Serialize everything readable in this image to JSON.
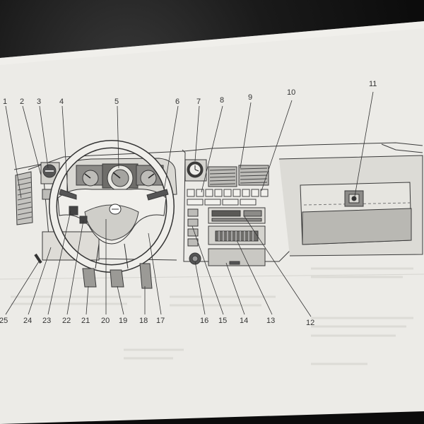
{
  "callouts_top": [
    {
      "id": "1",
      "label": "1"
    },
    {
      "id": "2",
      "label": "2"
    },
    {
      "id": "3",
      "label": "3"
    },
    {
      "id": "4",
      "label": "4"
    },
    {
      "id": "5",
      "label": "5"
    },
    {
      "id": "6",
      "label": "6"
    },
    {
      "id": "7",
      "label": "7"
    },
    {
      "id": "8",
      "label": "8"
    },
    {
      "id": "9",
      "label": "9"
    },
    {
      "id": "10",
      "label": "10"
    },
    {
      "id": "11",
      "label": "11"
    }
  ],
  "callouts_bottom": [
    {
      "id": "25",
      "label": "25"
    },
    {
      "id": "24",
      "label": "24"
    },
    {
      "id": "23",
      "label": "23"
    },
    {
      "id": "22",
      "label": "22"
    },
    {
      "id": "21",
      "label": "21"
    },
    {
      "id": "20",
      "label": "20"
    },
    {
      "id": "19",
      "label": "19"
    },
    {
      "id": "18",
      "label": "18"
    },
    {
      "id": "17",
      "label": "17"
    },
    {
      "id": "16",
      "label": "16"
    },
    {
      "id": "15",
      "label": "15"
    },
    {
      "id": "14",
      "label": "14"
    },
    {
      "id": "13",
      "label": "13"
    },
    {
      "id": "12",
      "label": "12"
    }
  ],
  "colors": {
    "paper": "#ecebe7",
    "line": "#3a3a3a",
    "shade": "#b9b9b6",
    "dark_shade": "#7d7d7a",
    "background": "#141414"
  }
}
